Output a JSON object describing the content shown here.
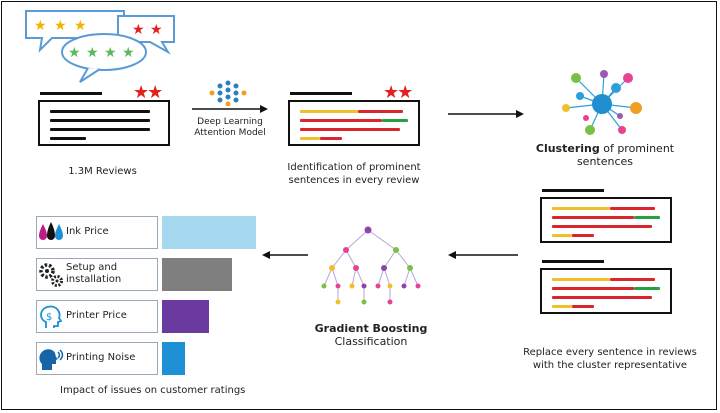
{
  "reviews": {
    "label": "1.3M Reviews"
  },
  "model": {
    "label_line1": "Deep Learning",
    "label_line2": "Attention Model"
  },
  "identification": {
    "label_line1": "Identification of prominent",
    "label_line2": "sentences in every review"
  },
  "clustering": {
    "label_bold": "Clustering",
    "label_rest": " of prominent",
    "label_line2": "sentences"
  },
  "replace": {
    "label_line1": "Replace every sentence in reviews",
    "label_line2": "with the cluster representative"
  },
  "boosting": {
    "label_bold": "Gradient Boosting",
    "label_line2": "Classification"
  },
  "impact": {
    "caption": "Impact of issues on customer ratings",
    "items": [
      {
        "label": "Ink Price",
        "icon": "ink-drops-icon",
        "value": 1.0,
        "color": "#a6d8f0"
      },
      {
        "label": "Setup and\ninstallation",
        "icon": "gears-icon",
        "value": 0.74,
        "color": "#7f7f7f"
      },
      {
        "label": "Printer Price",
        "icon": "dollar-head-icon",
        "value": 0.5,
        "color": "#6a3aa0"
      },
      {
        "label": "Printing Noise",
        "icon": "noise-head-icon",
        "value": 0.24,
        "color": "#1e90d6"
      }
    ]
  },
  "colors": {
    "star_red": "#e32020",
    "star_yellow": "#f0b400",
    "star_green": "#5cb85c",
    "bubble_blue": "#5b9bd5",
    "sentence_red": "#d9262c",
    "sentence_yellow": "#f0c02a",
    "sentence_green": "#27a044"
  }
}
